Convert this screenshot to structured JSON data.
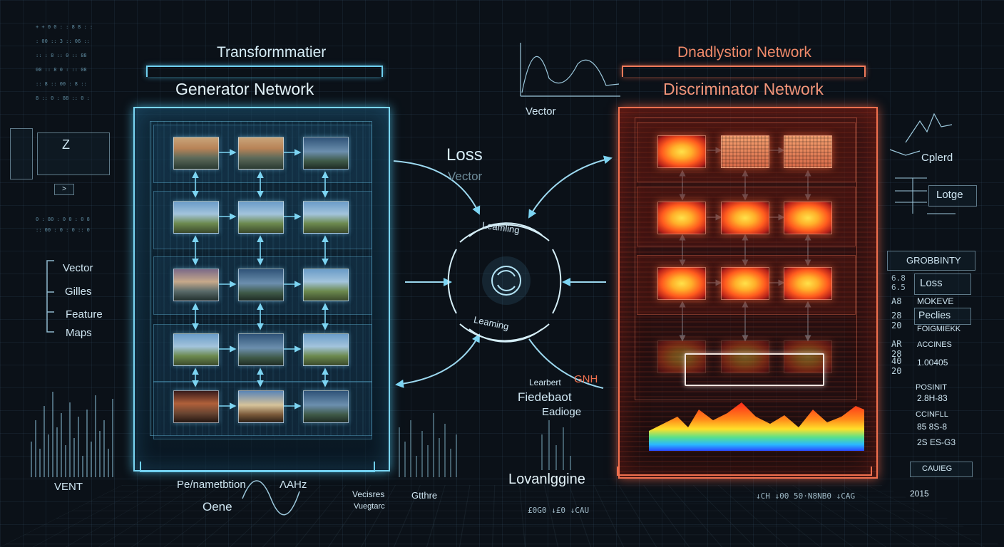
{
  "generator": {
    "top_title": "Transformmatier",
    "title": "Generator Network",
    "bottom_label_1": "Pe/nametbtion",
    "bottom_label_2": "ΛAHz",
    "bottom_label_3": "Oene"
  },
  "discriminator": {
    "top_title": "Dnadlystior Network",
    "title": "Discriminator Network"
  },
  "center": {
    "loss": "Loss",
    "loss_sub": "Vector",
    "vector_top": "Vector",
    "ring_top": "Leamling",
    "ring_bottom": "Leaming",
    "feedback_1": "Learbert",
    "feedback_2": "Fiedebaot",
    "feedback_3": "Eadioge",
    "gnh": "GNH",
    "bottom_title": "Lovanlggine",
    "bottom_left_1": "Vecisres",
    "bottom_left_2": "Vuegtarc",
    "bottom_left_3": "Gtthre"
  },
  "left": {
    "z_label": "Z",
    "legend": [
      "Vector",
      "Gilles",
      "Feature",
      "Maps"
    ],
    "vent": "VENT"
  },
  "right": {
    "cplerd": "Cplerd",
    "lotge": "Lotge",
    "heading": "GROBBINTY",
    "rows": [
      {
        "num": "6.8\n6.5",
        "label": "Loss"
      },
      {
        "num": "A8",
        "label": "MOKEVE"
      },
      {
        "num": "28",
        "label": "Peclies"
      },
      {
        "num": "20",
        "label": "FOIGMIEKK"
      },
      {
        "num": "AR\n28",
        "label": "ACCINES"
      },
      {
        "num": "40\n20",
        "label": "1.00405"
      },
      {
        "num": "",
        "label": "POSINIT"
      },
      {
        "num": "",
        "label": "2.8H-83"
      },
      {
        "num": "",
        "label": "CCINFLL"
      },
      {
        "num": "",
        "label": "85 8S-8"
      },
      {
        "num": "",
        "label": "2S ES-G3"
      },
      {
        "num": "",
        "label": "CAUIEG"
      }
    ],
    "year": "2015"
  },
  "bottom_codes": {
    "left": "£0G0 ↓£0 ↓CAU",
    "right": "↓CH ↓00 50·N8NB0 ↓CAG"
  },
  "colors": {
    "generator_accent": "#6fd0f0",
    "discriminator_accent": "#f0704e",
    "background": "#0b1118"
  },
  "icons": {
    "center_core": "cycle-arrows-icon",
    "arrows": "arrow-icon"
  }
}
